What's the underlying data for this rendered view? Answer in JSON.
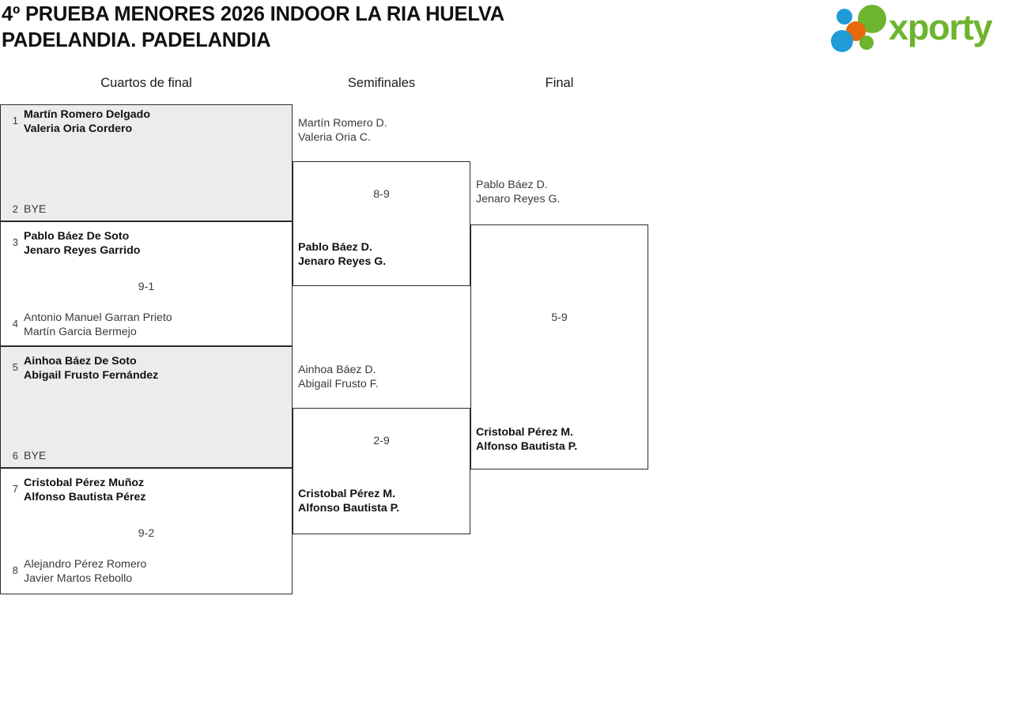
{
  "header": {
    "title": "4º PRUEBA MENORES 2026 INDOOR LA RIA HUELVA\nPADELANDIA. PADELANDIA",
    "logo": {
      "wordmark": "xporty",
      "colors": {
        "green": "#6cb52d",
        "orange": "#e8690b",
        "blue": "#1f9cd8",
        "blue_dark": "#1f9cd8"
      }
    }
  },
  "columns": [
    {
      "id": "quarterfinals",
      "label": "Cuartos de final"
    },
    {
      "id": "semifinals",
      "label": "Semifinales"
    },
    {
      "id": "final",
      "label": "Final"
    }
  ],
  "bracket": {
    "quarterfinals": [
      {
        "id": "qf1",
        "shaded": true,
        "score": "",
        "top": {
          "seed": "1",
          "names": "Martín Romero Delgado\nValeria Oria Cordero",
          "winner": true,
          "bye": false
        },
        "bottom": {
          "seed": "2",
          "names": "BYE",
          "winner": false,
          "bye": true
        }
      },
      {
        "id": "qf2",
        "shaded": false,
        "score": "9-1",
        "top": {
          "seed": "3",
          "names": "Pablo Báez De Soto\nJenaro Reyes Garrido",
          "winner": true,
          "bye": false
        },
        "bottom": {
          "seed": "4",
          "names": "Antonio Manuel Garran Prieto\nMartín Garcia Bermejo",
          "winner": false,
          "bye": false
        }
      },
      {
        "id": "qf3",
        "shaded": true,
        "score": "",
        "top": {
          "seed": "5",
          "names": "Ainhoa Báez De Soto\nAbigail Frusto Fernández",
          "winner": true,
          "bye": false
        },
        "bottom": {
          "seed": "6",
          "names": "BYE",
          "winner": false,
          "bye": true
        }
      },
      {
        "id": "qf4",
        "shaded": false,
        "score": "9-2",
        "top": {
          "seed": "7",
          "names": "Cristobal Pérez Muñoz\nAlfonso Bautista Pérez",
          "winner": true,
          "bye": false
        },
        "bottom": {
          "seed": "8",
          "names": "Alejandro Pérez Romero\nJavier Martos Rebollo",
          "winner": false,
          "bye": false
        }
      }
    ],
    "semifinals": [
      {
        "id": "sf1",
        "score": "8-9",
        "top": {
          "names": "Martín Romero D.\nValeria Oria C.",
          "winner": false
        },
        "bottom": {
          "names": "Pablo Báez D.\nJenaro Reyes G.",
          "winner": true
        }
      },
      {
        "id": "sf2",
        "score": "2-9",
        "top": {
          "names": "Ainhoa Báez D.\nAbigail Frusto F.",
          "winner": false
        },
        "bottom": {
          "names": "Cristobal Pérez M.\nAlfonso Bautista P.",
          "winner": true
        }
      }
    ],
    "final": [
      {
        "id": "f1",
        "score": "5-9",
        "top": {
          "names": "Pablo Báez D.\nJenaro Reyes G.",
          "winner": false
        },
        "bottom": {
          "names": "Cristobal Pérez M.\nAlfonso Bautista P.",
          "winner": true
        }
      }
    ]
  }
}
